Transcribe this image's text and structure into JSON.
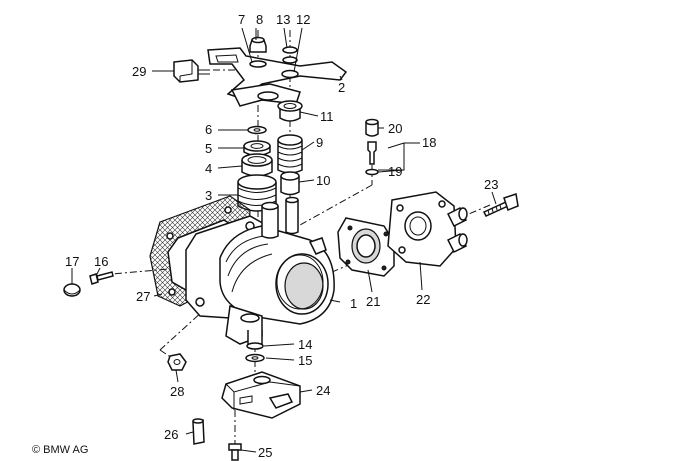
{
  "labels": [
    "1",
    "2",
    "3",
    "4",
    "5",
    "6",
    "7",
    "8",
    "9",
    "10",
    "11",
    "12",
    "13",
    "14",
    "15",
    "16",
    "17",
    "18",
    "19",
    "20",
    "21",
    "22",
    "23",
    "24",
    "25",
    "26",
    "27",
    "28",
    "29"
  ],
  "copyright": "BMW AG",
  "copyright_symbol": "©"
}
